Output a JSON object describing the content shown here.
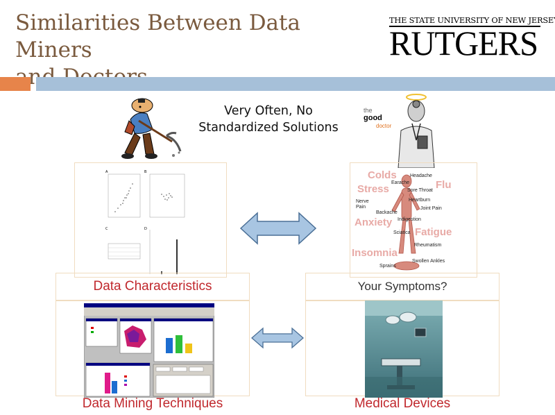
{
  "slide": {
    "title_line1": "Similarities Between Data Miners",
    "title_line2": "and Doctors",
    "center_line1": "Very Often, No",
    "center_line2": "Standardized Solutions"
  },
  "logo": {
    "university": "THE STATE UNIVERSITY OF NEW JERSEY",
    "name": "RUTGERS"
  },
  "doctor_logo": {
    "the": "the",
    "good": "good",
    "doctor": "doctor"
  },
  "captions": {
    "data_characteristics": "Data Characteristics",
    "your_symptoms": "Your Symptoms?",
    "data_mining_techniques": "Data Mining Techniques",
    "medical_devices": "Medical Devices"
  },
  "symptoms": {
    "big": [
      "Colds",
      "Flu",
      "Stress",
      "Anxiety",
      "Fatigue",
      "Insomnia"
    ],
    "small": [
      "Headache",
      "Earache",
      "Sore Throat",
      "Heartburn",
      "Nerve Pain",
      "Joint Pain",
      "Backache",
      "Indigestion",
      "Sciatica",
      "Rheumatism",
      "Swollen Ankles",
      "Sprains"
    ]
  },
  "colors": {
    "title": "#7a5a3e",
    "caption_red": "#c0282d",
    "arrow_fill": "#a8c5e2",
    "arrow_stroke": "#4a6f96",
    "bar_orange": "#e7844a",
    "bar_blue": "#a6c0d9"
  }
}
